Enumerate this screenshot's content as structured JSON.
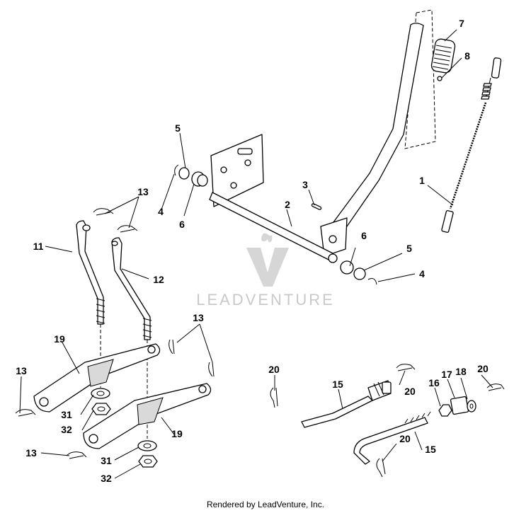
{
  "callouts": {
    "c1": "1",
    "c2": "2",
    "c3": "3",
    "c4a": "4",
    "c4b": "4",
    "c5a": "5",
    "c5b": "5",
    "c6a": "6",
    "c6b": "6",
    "c7": "7",
    "c8": "8",
    "c11": "11",
    "c12": "12",
    "c13a": "13",
    "c13b": "13",
    "c13c": "13",
    "c13d": "13",
    "c15a": "15",
    "c15b": "15",
    "c16": "16",
    "c17": "17",
    "c18": "18",
    "c19a": "19",
    "c19b": "19",
    "c20a": "20",
    "c20b": "20",
    "c20c": "20",
    "c20d": "20",
    "c31a": "31",
    "c31b": "31",
    "c32a": "32",
    "c32b": "32"
  },
  "watermark": {
    "text": "LEADVENTURE"
  },
  "footer": {
    "text": "Rendered by LeadVenture, Inc."
  }
}
